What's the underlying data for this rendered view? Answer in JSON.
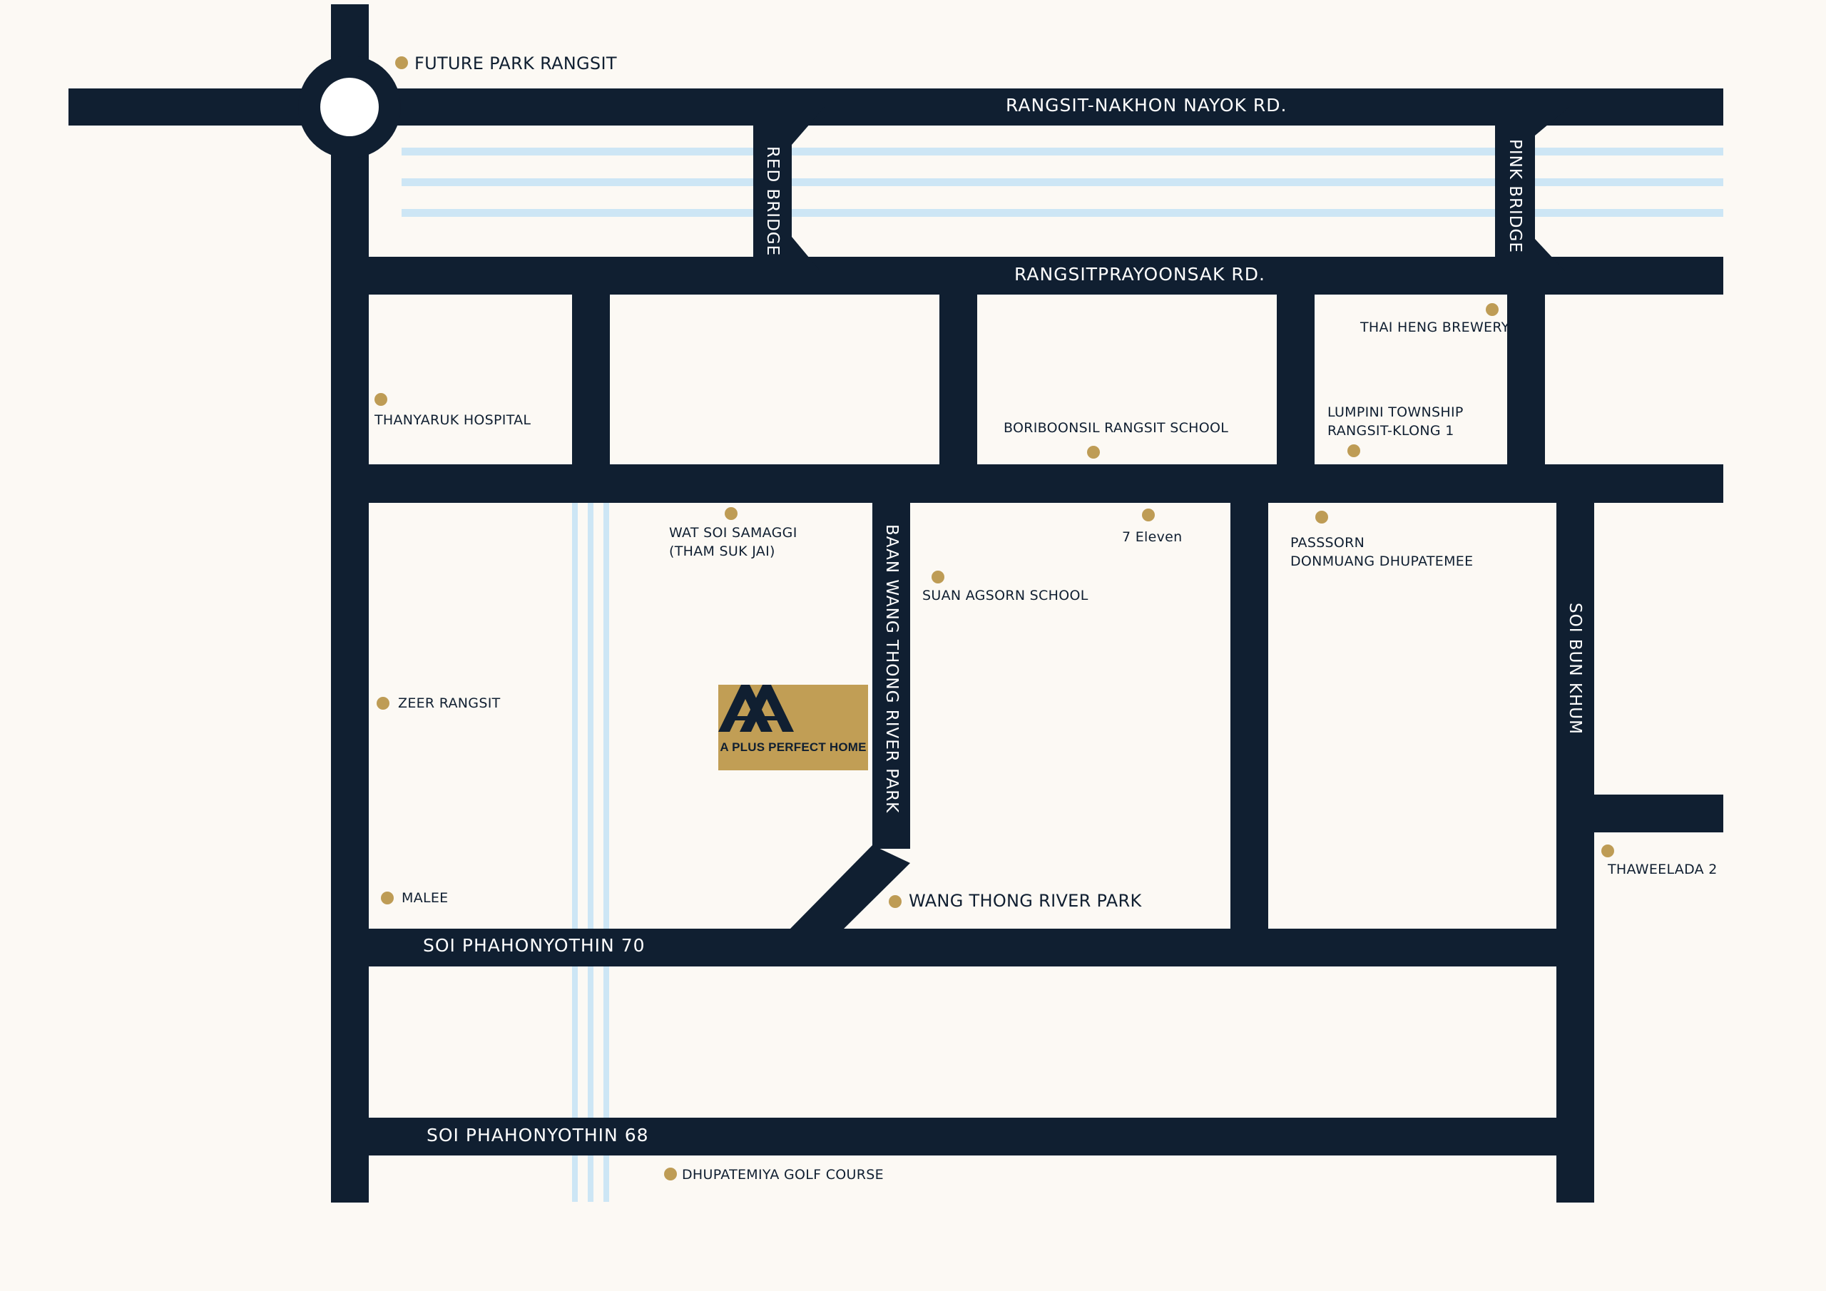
{
  "map": {
    "colors": {
      "background": "#fcf9f4",
      "road": "#101f31",
      "canal": "#cde6f5",
      "marker": "#be9c55",
      "logo_background": "#c19e55"
    },
    "roads": {
      "rangsit_nakhon_nayok": "RANGSIT-NAKHON NAYOK RD.",
      "rangsitprayoonsak": "RANGSITPRAYOONSAK RD.",
      "red_bridge": "RED BRIDGE",
      "pink_bridge": "PINK BRIDGE",
      "baan_wang_thong": "BAAN WANG THONG RIVER PARK",
      "soi_bun_khum": "SOI BUN KHUM",
      "soi_70": "SOI PHAHONYOTHIN 70",
      "soi_68": "SOI PHAHONYOTHIN 68"
    },
    "places": {
      "future_park": "FUTURE PARK RANGSIT",
      "thai_heng": "THAI HENG BREWERY",
      "thanyaruk": "THANYARUK HOSPITAL",
      "boriboonsil": "BORIBOONSIL RANGSIT SCHOOL",
      "lumpini_1": "LUMPINI TOWNSHIP",
      "lumpini_2": "RANGSIT-KLONG 1",
      "wat_1": "WAT SOI SAMAGGI",
      "wat_2": "(THAM SUK JAI)",
      "seven_eleven": "7 Eleven",
      "passsorn_1": "PASSSORN",
      "passsorn_2": "DONMUANG DHUPATEMEE",
      "suan_agsorn": "SUAN AGSORN SCHOOL",
      "zeer": "ZEER RANGSIT",
      "malee": "MALEE",
      "wang_thong": "WANG THONG RIVER PARK",
      "thaweelada": "THAWEELADA 2",
      "golf": "DHUPATEMIYA GOLF COURSE"
    },
    "logo": {
      "name": "A PLUS PERFECT HOME"
    }
  }
}
